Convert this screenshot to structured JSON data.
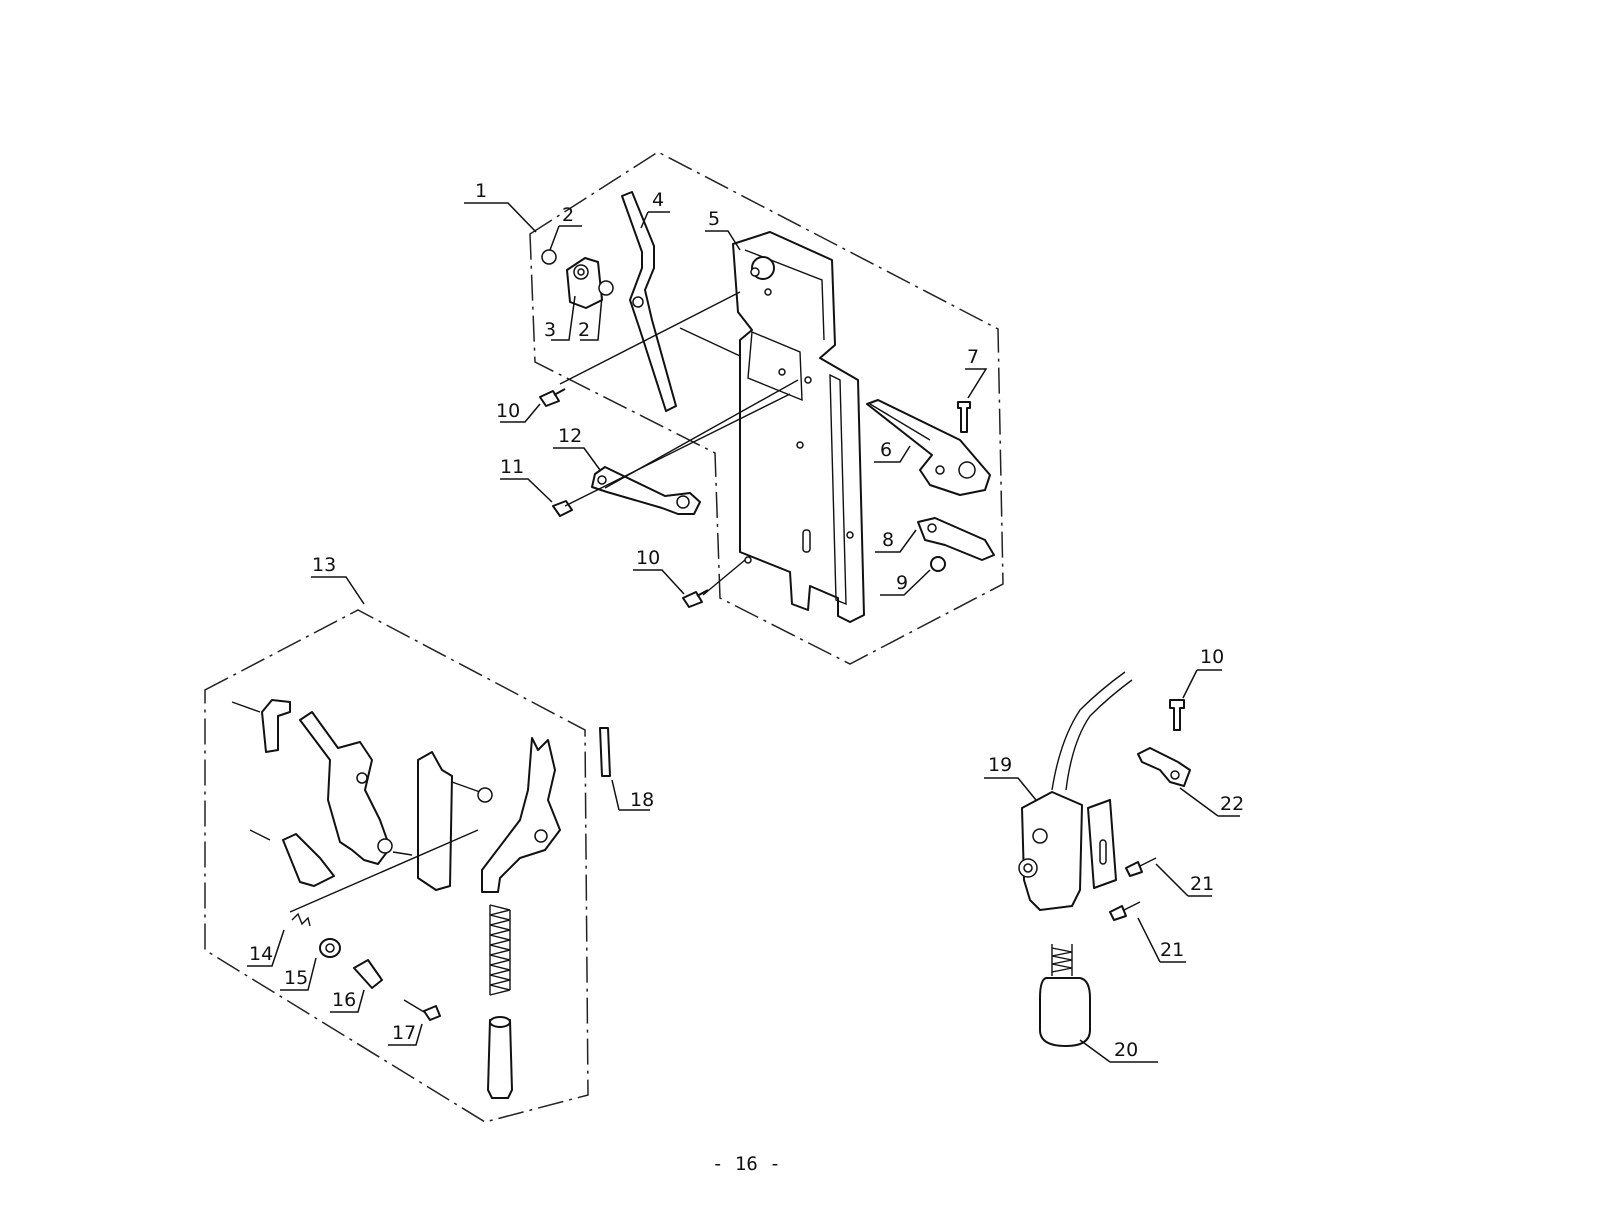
{
  "page": {
    "number_label": "- 16 -"
  },
  "callouts": {
    "c1": "1",
    "c2a": "2",
    "c2b": "2",
    "c3": "3",
    "c4": "4",
    "c5": "5",
    "c6": "6",
    "c7": "7",
    "c8": "8",
    "c9": "9",
    "c10a": "10",
    "c10b": "10",
    "c10c": "10",
    "c11": "11",
    "c12": "12",
    "c13": "13",
    "c14": "14",
    "c15": "15",
    "c16": "16",
    "c17": "17",
    "c18": "18",
    "c19": "19",
    "c20": "20",
    "c21a": "21",
    "c21b": "21",
    "c22": "22"
  }
}
